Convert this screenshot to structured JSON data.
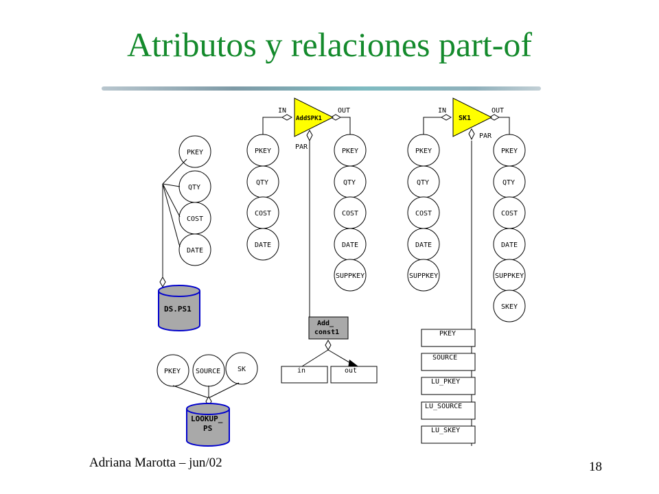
{
  "slide": {
    "title": "Atributos y relaciones part-of",
    "author_date": "Adriana Marotta – jun/02",
    "page_number": "18"
  },
  "colors": {
    "title": "#148a2c",
    "activity_fill": "#ffff00",
    "store_fill": "#a9a9a9",
    "store_outline": "#0000cc"
  },
  "diagram": {
    "ps1_attrs": [
      "PKEY",
      "QTY",
      "COST",
      "DATE"
    ],
    "ds_ps1": "DS.PS1",
    "addspk1": {
      "name": "AddSPK1",
      "in": "IN",
      "out": "OUT",
      "par": "PAR",
      "in_attrs": [
        "PKEY",
        "QTY",
        "COST",
        "DATE"
      ],
      "out_attrs": [
        "PKEY",
        "QTY",
        "COST",
        "DATE",
        "SUPPKEY"
      ]
    },
    "add_const": {
      "name_line1": "Add_",
      "name_line2": "const1",
      "in": "in",
      "out": "out"
    },
    "lookup": {
      "attrs": [
        "PKEY",
        "SOURCE",
        "SK"
      ],
      "name_line1": "LOOKUP_",
      "name_line2": "PS"
    },
    "sk1": {
      "name": "SK1",
      "in": "IN",
      "out": "OUT",
      "par": "PAR",
      "in_attrs": [
        "PKEY",
        "QTY",
        "COST",
        "DATE",
        "SUPPKEY"
      ],
      "out_attrs": [
        "PKEY",
        "QTY",
        "COST",
        "DATE",
        "SUPPKEY",
        "SKEY"
      ],
      "par_attrs": [
        "PKEY",
        "SOURCE",
        "LU_PKEY",
        "LU_SOURCE",
        "LU_SKEY"
      ]
    }
  }
}
